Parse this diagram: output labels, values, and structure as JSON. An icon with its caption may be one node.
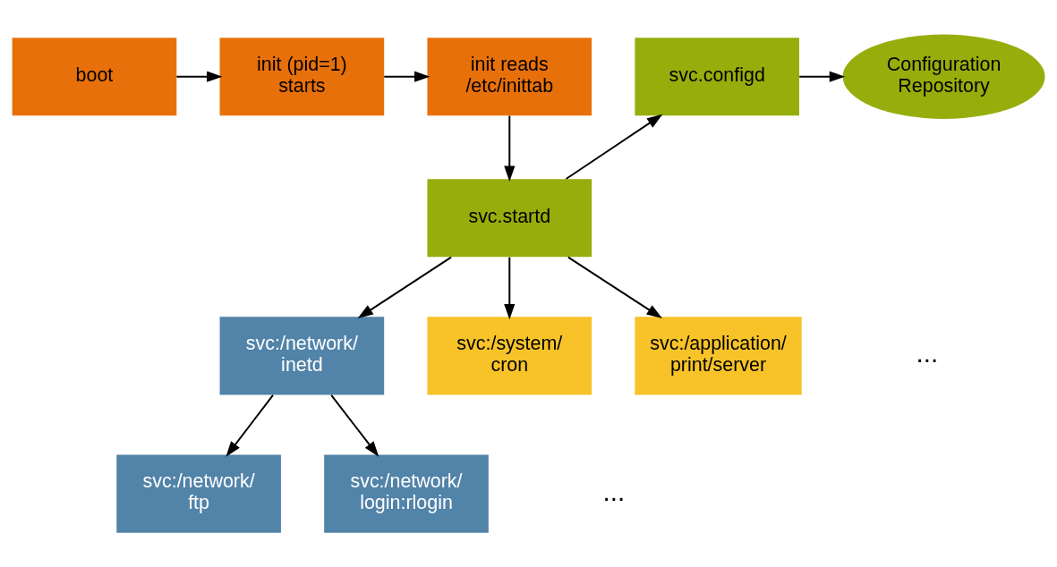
{
  "diagram": {
    "nodes": [
      {
        "text": [
          "boot"
        ]
      },
      {
        "text": [
          "init (pid=1) starts"
        ]
      },
      {
        "text": [
          "init reads /etc/inittab"
        ]
      },
      {
        "text": [
          "svc.configd"
        ]
      },
      {
        "text": [
          "Configuration Repository"
        ]
      },
      {
        "text": [
          "svc.startd"
        ]
      },
      {
        "text": [
          "svc:/network/ inetd"
        ]
      },
      {
        "text": [
          "svc:/system/ cron"
        ]
      },
      {
        "text": [
          "svc:/application/ print/server"
        ]
      },
      {
        "text": [
          "svc:/network/ ftp"
        ]
      },
      {
        "text": [
          "svc:/network/ login:rlogin"
        ]
      }
    ],
    "edges": [
      {
        "from": 0,
        "to": 1,
        "arrow": "to"
      },
      {
        "from": 1,
        "to": 2,
        "arrow": "to"
      },
      {
        "from": 2,
        "to": 5,
        "arrow": "to"
      },
      {
        "from": 5,
        "to": 3,
        "arrow": "to"
      },
      {
        "from": 3,
        "to": 4,
        "arrow": "to"
      },
      {
        "from": 5,
        "to": 6,
        "arrow": "to"
      },
      {
        "from": 5,
        "to": 7,
        "arrow": "to"
      },
      {
        "from": 5,
        "to": 8,
        "arrow": "to"
      },
      {
        "from": 6,
        "to": 9,
        "arrow": "to"
      },
      {
        "from": 6,
        "to": 10,
        "arrow": "to"
      }
    ],
    "labels": [
      "...",
      "..."
    ]
  }
}
